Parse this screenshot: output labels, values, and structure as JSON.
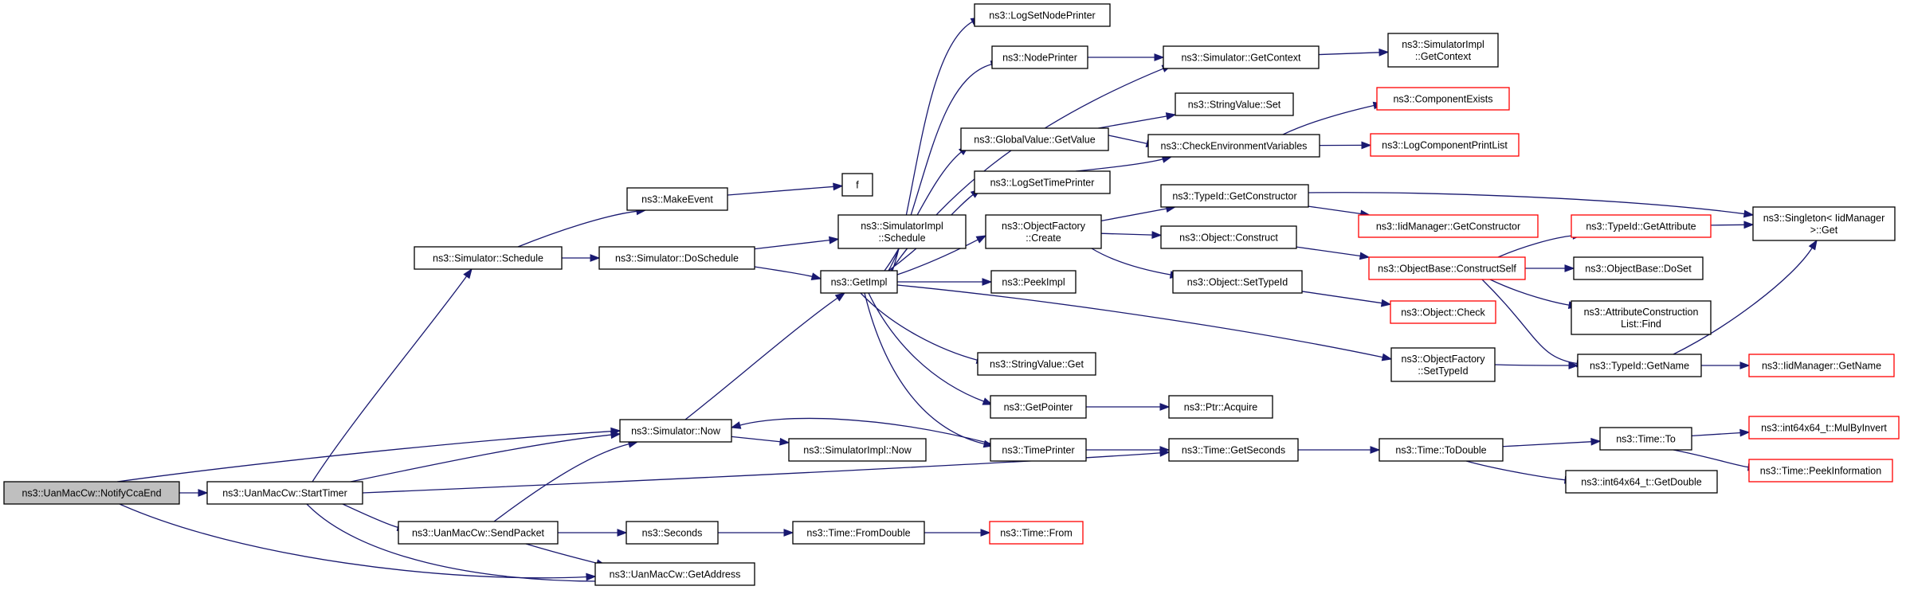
{
  "graph": {
    "nodes": [
      {
        "id": "n0",
        "lines": [
          "ns3::UanMacCw::NotifyCcaEnd"
        ],
        "style": "root"
      },
      {
        "id": "n1",
        "lines": [
          "ns3::UanMacCw::StartTimer"
        ],
        "style": "normal"
      },
      {
        "id": "n2",
        "lines": [
          "ns3::Simulator::Schedule"
        ],
        "style": "normal"
      },
      {
        "id": "n3",
        "lines": [
          "ns3::MakeEvent"
        ],
        "style": "normal"
      },
      {
        "id": "n4",
        "lines": [
          "f"
        ],
        "style": "normal"
      },
      {
        "id": "n5",
        "lines": [
          "ns3::Simulator::DoSchedule"
        ],
        "style": "normal"
      },
      {
        "id": "n6",
        "lines": [
          "ns3::SimulatorImpl",
          "::Schedule"
        ],
        "style": "normal"
      },
      {
        "id": "n7",
        "lines": [
          "ns3::GetImpl"
        ],
        "style": "normal"
      },
      {
        "id": "n8",
        "lines": [
          "ns3::LogSetNodePrinter"
        ],
        "style": "normal"
      },
      {
        "id": "n9",
        "lines": [
          "ns3::NodePrinter"
        ],
        "style": "normal"
      },
      {
        "id": "n10",
        "lines": [
          "ns3::Simulator::GetContext"
        ],
        "style": "normal"
      },
      {
        "id": "n11",
        "lines": [
          "ns3::SimulatorImpl",
          "::GetContext"
        ],
        "style": "normal"
      },
      {
        "id": "n12",
        "lines": [
          "ns3::GlobalValue::GetValue"
        ],
        "style": "normal"
      },
      {
        "id": "n13",
        "lines": [
          "ns3::StringValue::Set"
        ],
        "style": "normal"
      },
      {
        "id": "n14",
        "lines": [
          "ns3::CheckEnvironmentVariables"
        ],
        "style": "normal"
      },
      {
        "id": "n15",
        "lines": [
          "ns3::ComponentExists"
        ],
        "style": "red"
      },
      {
        "id": "n16",
        "lines": [
          "ns3::LogComponentPrintList"
        ],
        "style": "red"
      },
      {
        "id": "n17",
        "lines": [
          "ns3::LogSetTimePrinter"
        ],
        "style": "normal"
      },
      {
        "id": "n18",
        "lines": [
          "ns3::ObjectFactory",
          "::Create"
        ],
        "style": "normal"
      },
      {
        "id": "n19",
        "lines": [
          "ns3::TypeId::GetConstructor"
        ],
        "style": "normal"
      },
      {
        "id": "n20",
        "lines": [
          "ns3::IidManager::GetConstructor"
        ],
        "style": "red"
      },
      {
        "id": "n21",
        "lines": [
          "ns3::Singleton< IidManager",
          " >::Get"
        ],
        "style": "normal"
      },
      {
        "id": "n22",
        "lines": [
          "ns3::Object::Construct"
        ],
        "style": "normal"
      },
      {
        "id": "n23",
        "lines": [
          "ns3::ObjectBase::ConstructSelf"
        ],
        "style": "red"
      },
      {
        "id": "n24",
        "lines": [
          "ns3::TypeId::GetAttribute"
        ],
        "style": "red"
      },
      {
        "id": "n25",
        "lines": [
          "ns3::ObjectBase::DoSet"
        ],
        "style": "normal"
      },
      {
        "id": "n26",
        "lines": [
          "ns3::AttributeConstruction",
          "List::Find"
        ],
        "style": "normal"
      },
      {
        "id": "n27",
        "lines": [
          "ns3::TypeId::GetName"
        ],
        "style": "normal"
      },
      {
        "id": "n28",
        "lines": [
          "ns3::IidManager::GetName"
        ],
        "style": "red"
      },
      {
        "id": "n29",
        "lines": [
          "ns3::Object::SetTypeId"
        ],
        "style": "normal"
      },
      {
        "id": "n30",
        "lines": [
          "ns3::Object::Check"
        ],
        "style": "red"
      },
      {
        "id": "n31",
        "lines": [
          "ns3::PeekImpl"
        ],
        "style": "normal"
      },
      {
        "id": "n32",
        "lines": [
          "ns3::StringValue::Get"
        ],
        "style": "normal"
      },
      {
        "id": "n33",
        "lines": [
          "ns3::ObjectFactory",
          "::SetTypeId"
        ],
        "style": "normal"
      },
      {
        "id": "n34",
        "lines": [
          "ns3::GetPointer"
        ],
        "style": "normal"
      },
      {
        "id": "n35",
        "lines": [
          "ns3::Ptr::Acquire"
        ],
        "style": "normal"
      },
      {
        "id": "n36",
        "lines": [
          "ns3::TimePrinter"
        ],
        "style": "normal"
      },
      {
        "id": "n37",
        "lines": [
          "ns3::Time::GetSeconds"
        ],
        "style": "normal"
      },
      {
        "id": "n38",
        "lines": [
          "ns3::Time::ToDouble"
        ],
        "style": "normal"
      },
      {
        "id": "n39",
        "lines": [
          "ns3::Time::To"
        ],
        "style": "normal"
      },
      {
        "id": "n40",
        "lines": [
          "ns3::int64x64_t::MulByInvert"
        ],
        "style": "red"
      },
      {
        "id": "n41",
        "lines": [
          "ns3::Time::PeekInformation"
        ],
        "style": "red"
      },
      {
        "id": "n42",
        "lines": [
          "ns3::int64x64_t::GetDouble"
        ],
        "style": "normal"
      },
      {
        "id": "n43",
        "lines": [
          "ns3::Simulator::Now"
        ],
        "style": "normal"
      },
      {
        "id": "n44",
        "lines": [
          "ns3::SimulatorImpl::Now"
        ],
        "style": "normal"
      },
      {
        "id": "n45",
        "lines": [
          "ns3::UanMacCw::SendPacket"
        ],
        "style": "normal"
      },
      {
        "id": "n46",
        "lines": [
          "ns3::Seconds"
        ],
        "style": "normal"
      },
      {
        "id": "n47",
        "lines": [
          "ns3::Time::FromDouble"
        ],
        "style": "normal"
      },
      {
        "id": "n48",
        "lines": [
          "ns3::Time::From"
        ],
        "style": "red"
      },
      {
        "id": "n49",
        "lines": [
          "ns3::UanMacCw::GetAddress"
        ],
        "style": "normal"
      }
    ],
    "edges": [
      [
        "n0",
        "n1"
      ],
      [
        "n0",
        "n43"
      ],
      [
        "n0",
        "n49"
      ],
      [
        "n1",
        "n2"
      ],
      [
        "n1",
        "n43"
      ],
      [
        "n1",
        "n45"
      ],
      [
        "n1",
        "n37"
      ],
      [
        "n1",
        "n49"
      ],
      [
        "n2",
        "n3"
      ],
      [
        "n2",
        "n5"
      ],
      [
        "n3",
        "n4"
      ],
      [
        "n5",
        "n6"
      ],
      [
        "n5",
        "n7"
      ],
      [
        "n7",
        "n8"
      ],
      [
        "n7",
        "n9"
      ],
      [
        "n7",
        "n10"
      ],
      [
        "n7",
        "n12"
      ],
      [
        "n7",
        "n17"
      ],
      [
        "n7",
        "n18"
      ],
      [
        "n7",
        "n31"
      ],
      [
        "n7",
        "n32"
      ],
      [
        "n7",
        "n33"
      ],
      [
        "n7",
        "n34"
      ],
      [
        "n7",
        "n36"
      ],
      [
        "n9",
        "n10"
      ],
      [
        "n10",
        "n11"
      ],
      [
        "n12",
        "n13"
      ],
      [
        "n12",
        "n14"
      ],
      [
        "n14",
        "n15"
      ],
      [
        "n14",
        "n16"
      ],
      [
        "n17",
        "n14"
      ],
      [
        "n18",
        "n19"
      ],
      [
        "n18",
        "n22"
      ],
      [
        "n18",
        "n29"
      ],
      [
        "n19",
        "n20"
      ],
      [
        "n19",
        "n21"
      ],
      [
        "n22",
        "n23"
      ],
      [
        "n23",
        "n24"
      ],
      [
        "n23",
        "n25"
      ],
      [
        "n23",
        "n26"
      ],
      [
        "n23",
        "n27"
      ],
      [
        "n24",
        "n21"
      ],
      [
        "n27",
        "n21"
      ],
      [
        "n27",
        "n28"
      ],
      [
        "n29",
        "n30"
      ],
      [
        "n33",
        "n27"
      ],
      [
        "n34",
        "n35"
      ],
      [
        "n36",
        "n43"
      ],
      [
        "n36",
        "n37"
      ],
      [
        "n37",
        "n38"
      ],
      [
        "n38",
        "n39"
      ],
      [
        "n38",
        "n42"
      ],
      [
        "n39",
        "n40"
      ],
      [
        "n39",
        "n41"
      ],
      [
        "n43",
        "n7"
      ],
      [
        "n43",
        "n44"
      ],
      [
        "n45",
        "n43"
      ],
      [
        "n45",
        "n46"
      ],
      [
        "n45",
        "n49"
      ],
      [
        "n46",
        "n47"
      ],
      [
        "n47",
        "n48"
      ]
    ]
  }
}
